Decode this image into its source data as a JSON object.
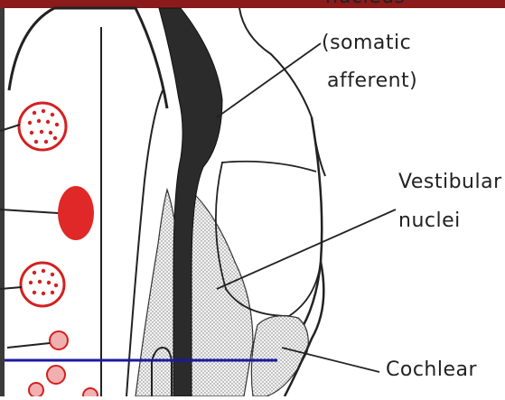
{
  "header_bar_color": "#8b1a1a",
  "accent_blue": "#1a1aa0",
  "labels": {
    "nucleus_partial": "nucleus",
    "somatic": "(somatic",
    "afferent": "afferent)",
    "vestibular": "Vestibular",
    "nuclei": "nuclei",
    "cochlear": "Cochlear"
  }
}
